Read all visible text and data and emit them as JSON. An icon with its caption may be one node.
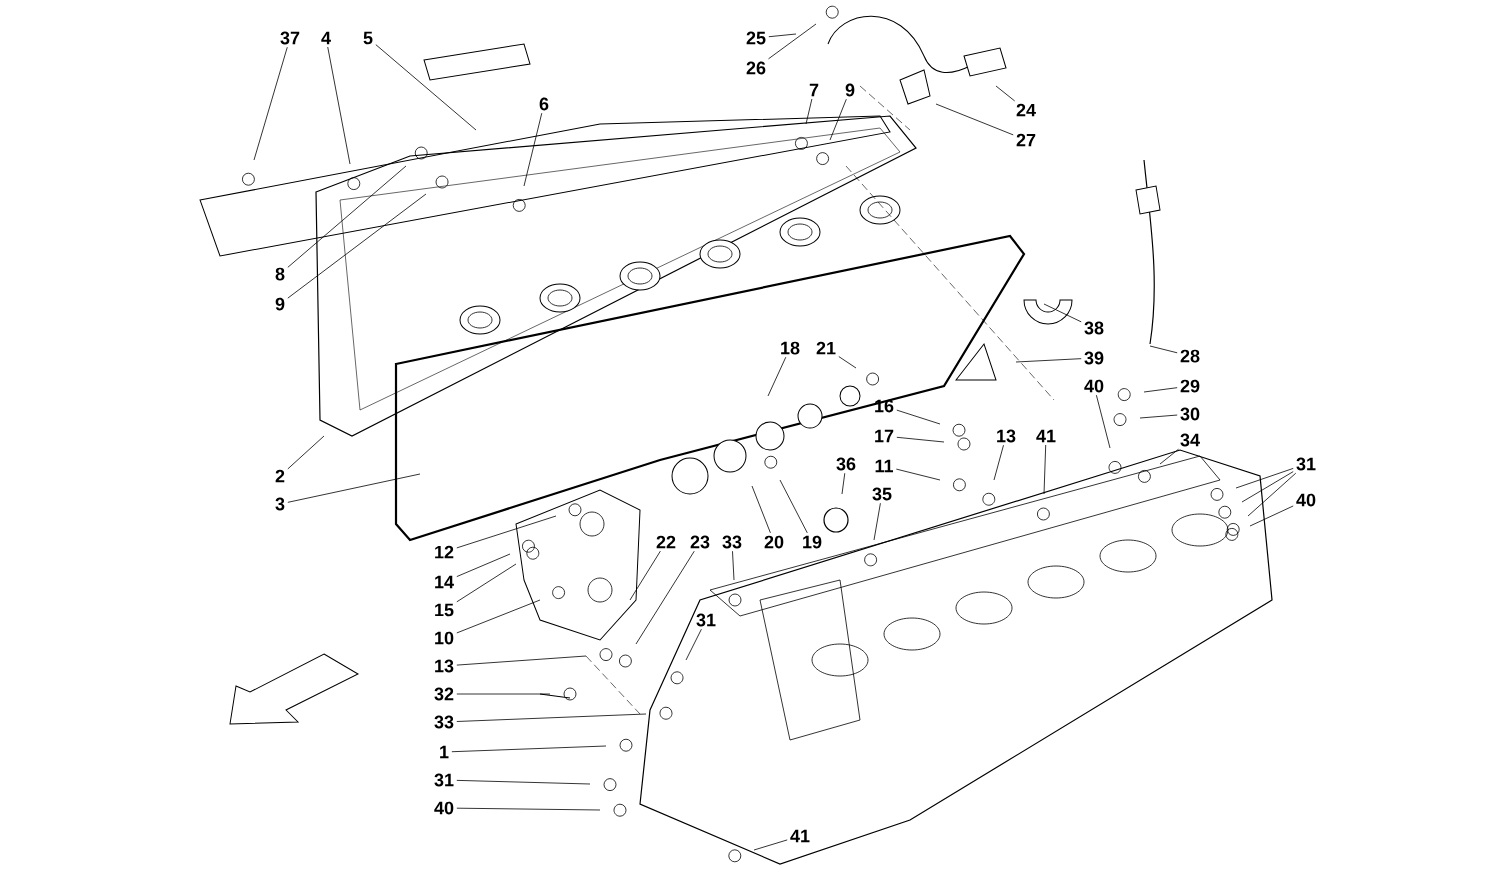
{
  "diagram": {
    "nodes": [
      {
        "text": [
          "37"
        ]
      },
      {
        "text": [
          "4"
        ]
      },
      {
        "text": [
          "5"
        ]
      },
      {
        "text": [
          "25"
        ]
      },
      {
        "text": [
          "26"
        ]
      },
      {
        "text": [
          "7"
        ]
      },
      {
        "text": [
          "9"
        ]
      },
      {
        "text": [
          "6"
        ]
      },
      {
        "text": [
          "24"
        ]
      },
      {
        "text": [
          "27"
        ]
      },
      {
        "text": [
          "8"
        ]
      },
      {
        "text": [
          "9"
        ]
      },
      {
        "text": [
          "38"
        ]
      },
      {
        "text": [
          "18"
        ]
      },
      {
        "text": [
          "21"
        ]
      },
      {
        "text": [
          "39"
        ]
      },
      {
        "text": [
          "28"
        ]
      },
      {
        "text": [
          "40"
        ]
      },
      {
        "text": [
          "29"
        ]
      },
      {
        "text": [
          "16"
        ]
      },
      {
        "text": [
          "30"
        ]
      },
      {
        "text": [
          "17"
        ]
      },
      {
        "text": [
          "13"
        ]
      },
      {
        "text": [
          "41"
        ]
      },
      {
        "text": [
          "34"
        ]
      },
      {
        "text": [
          "31"
        ]
      },
      {
        "text": [
          "11"
        ]
      },
      {
        "text": [
          "36"
        ]
      },
      {
        "text": [
          "2"
        ]
      },
      {
        "text": [
          "35"
        ]
      },
      {
        "text": [
          "40"
        ]
      },
      {
        "text": [
          "3"
        ]
      },
      {
        "text": [
          "22"
        ]
      },
      {
        "text": [
          "23"
        ]
      },
      {
        "text": [
          "33"
        ]
      },
      {
        "text": [
          "20"
        ]
      },
      {
        "text": [
          "19"
        ]
      },
      {
        "text": [
          "12"
        ]
      },
      {
        "text": [
          "14"
        ]
      },
      {
        "text": [
          "15"
        ]
      },
      {
        "text": [
          "31"
        ]
      },
      {
        "text": [
          "10"
        ]
      },
      {
        "text": [
          "13"
        ]
      },
      {
        "text": [
          "32"
        ]
      },
      {
        "text": [
          "33"
        ]
      },
      {
        "text": [
          "1"
        ]
      },
      {
        "text": [
          "31"
        ]
      },
      {
        "text": [
          "40"
        ]
      },
      {
        "text": [
          "41"
        ]
      }
    ],
    "edges": [
      {
        "from": 0,
        "to": null,
        "arrow": "none"
      },
      {
        "from": 1,
        "to": null,
        "arrow": "none"
      },
      {
        "from": 2,
        "to": null,
        "arrow": "none"
      },
      {
        "from": 3,
        "to": null,
        "arrow": "none"
      },
      {
        "from": 4,
        "to": null,
        "arrow": "none"
      },
      {
        "from": 5,
        "to": null,
        "arrow": "none"
      },
      {
        "from": 6,
        "to": null,
        "arrow": "none"
      },
      {
        "from": 7,
        "to": null,
        "arrow": "none"
      },
      {
        "from": 8,
        "to": null,
        "arrow": "none"
      },
      {
        "from": 9,
        "to": null,
        "arrow": "none"
      },
      {
        "from": 10,
        "to": null,
        "arrow": "none"
      },
      {
        "from": 11,
        "to": null,
        "arrow": "none"
      },
      {
        "from": 12,
        "to": null,
        "arrow": "none"
      },
      {
        "from": 13,
        "to": null,
        "arrow": "none"
      },
      {
        "from": 14,
        "to": null,
        "arrow": "none"
      },
      {
        "from": 15,
        "to": null,
        "arrow": "none"
      },
      {
        "from": 16,
        "to": null,
        "arrow": "none"
      },
      {
        "from": 17,
        "to": null,
        "arrow": "none"
      },
      {
        "from": 18,
        "to": null,
        "arrow": "none"
      },
      {
        "from": 19,
        "to": null,
        "arrow": "none"
      },
      {
        "from": 20,
        "to": null,
        "arrow": "none"
      },
      {
        "from": 21,
        "to": null,
        "arrow": "none"
      },
      {
        "from": 22,
        "to": null,
        "arrow": "none"
      },
      {
        "from": 23,
        "to": null,
        "arrow": "none"
      },
      {
        "from": 24,
        "to": null,
        "arrow": "none"
      },
      {
        "from": 25,
        "to": null,
        "arrow": "none"
      },
      {
        "from": 25,
        "to": null,
        "arrow": "none"
      },
      {
        "from": 25,
        "to": null,
        "arrow": "none"
      },
      {
        "from": 26,
        "to": null,
        "arrow": "none"
      },
      {
        "from": 27,
        "to": null,
        "arrow": "none"
      },
      {
        "from": 28,
        "to": null,
        "arrow": "none"
      },
      {
        "from": 29,
        "to": null,
        "arrow": "none"
      },
      {
        "from": 30,
        "to": null,
        "arrow": "none"
      },
      {
        "from": 31,
        "to": null,
        "arrow": "none"
      },
      {
        "from": 32,
        "to": null,
        "arrow": "none"
      },
      {
        "from": 33,
        "to": null,
        "arrow": "none"
      },
      {
        "from": 34,
        "to": null,
        "arrow": "none"
      },
      {
        "from": 35,
        "to": null,
        "arrow": "none"
      },
      {
        "from": 36,
        "to": null,
        "arrow": "none"
      },
      {
        "from": 37,
        "to": null,
        "arrow": "none"
      },
      {
        "from": 38,
        "to": null,
        "arrow": "none"
      },
      {
        "from": 39,
        "to": null,
        "arrow": "none"
      },
      {
        "from": 40,
        "to": null,
        "arrow": "none"
      },
      {
        "from": 41,
        "to": null,
        "arrow": "none"
      },
      {
        "from": 42,
        "to": null,
        "arrow": "none"
      },
      {
        "from": 43,
        "to": null,
        "arrow": "none"
      },
      {
        "from": 44,
        "to": null,
        "arrow": "none"
      },
      {
        "from": 45,
        "to": null,
        "arrow": "none"
      },
      {
        "from": 46,
        "to": null,
        "arrow": "none"
      },
      {
        "from": 47,
        "to": null,
        "arrow": "none"
      },
      {
        "from": 48,
        "to": null,
        "arrow": "none"
      }
    ]
  }
}
